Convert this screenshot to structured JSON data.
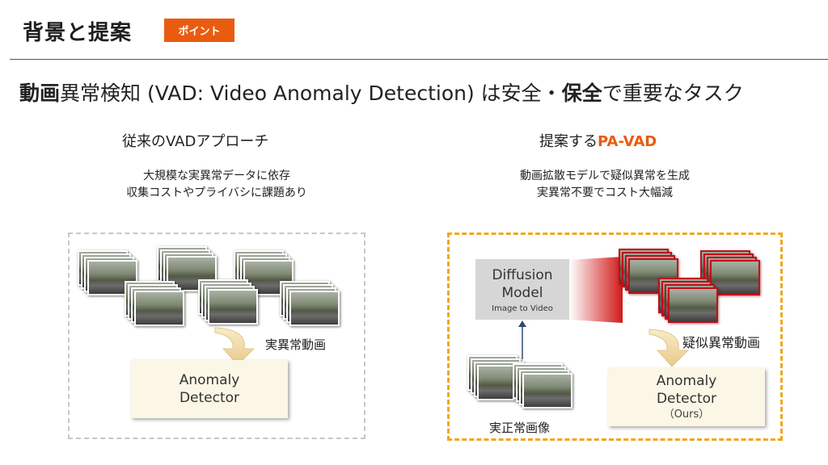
{
  "header": {
    "title": "背景と提案",
    "badge": "ポイント"
  },
  "headline": {
    "part1": "動画",
    "part2": "異常検知 (VAD: Video Anomaly Detection) は安全・",
    "part3": "保全",
    "part4": "で重要なタスク"
  },
  "left": {
    "heading": "従来のVADアプローチ",
    "desc_line1": "大規模な実異常データに依存",
    "desc_line2": "収集コストやプライバシに課題あり",
    "video_label": "実異常動画",
    "detector_line1": "Anomaly",
    "detector_line2": "Detector"
  },
  "right": {
    "heading_prefix": "提案する",
    "heading_pa": "PA-VAD",
    "desc_line1": "動画拡散モデルで疑似異常を生成",
    "desc_line2": "実異常不要でコスト大幅減",
    "diffusion_line1": "Diffusion",
    "diffusion_line2": "Model",
    "diffusion_line3": "Image to Video",
    "pseudo_label": "疑似異常動画",
    "normal_label": "実正常画像",
    "detector_line1": "Anomaly",
    "detector_line2": "Detector",
    "detector_line3": "（Ours）"
  },
  "colors": {
    "accent": "#e95c10",
    "dashed_orange": "#f0a81e",
    "pseudo_frame": "#c0101a",
    "detector_bg": "#fbf6e5"
  }
}
